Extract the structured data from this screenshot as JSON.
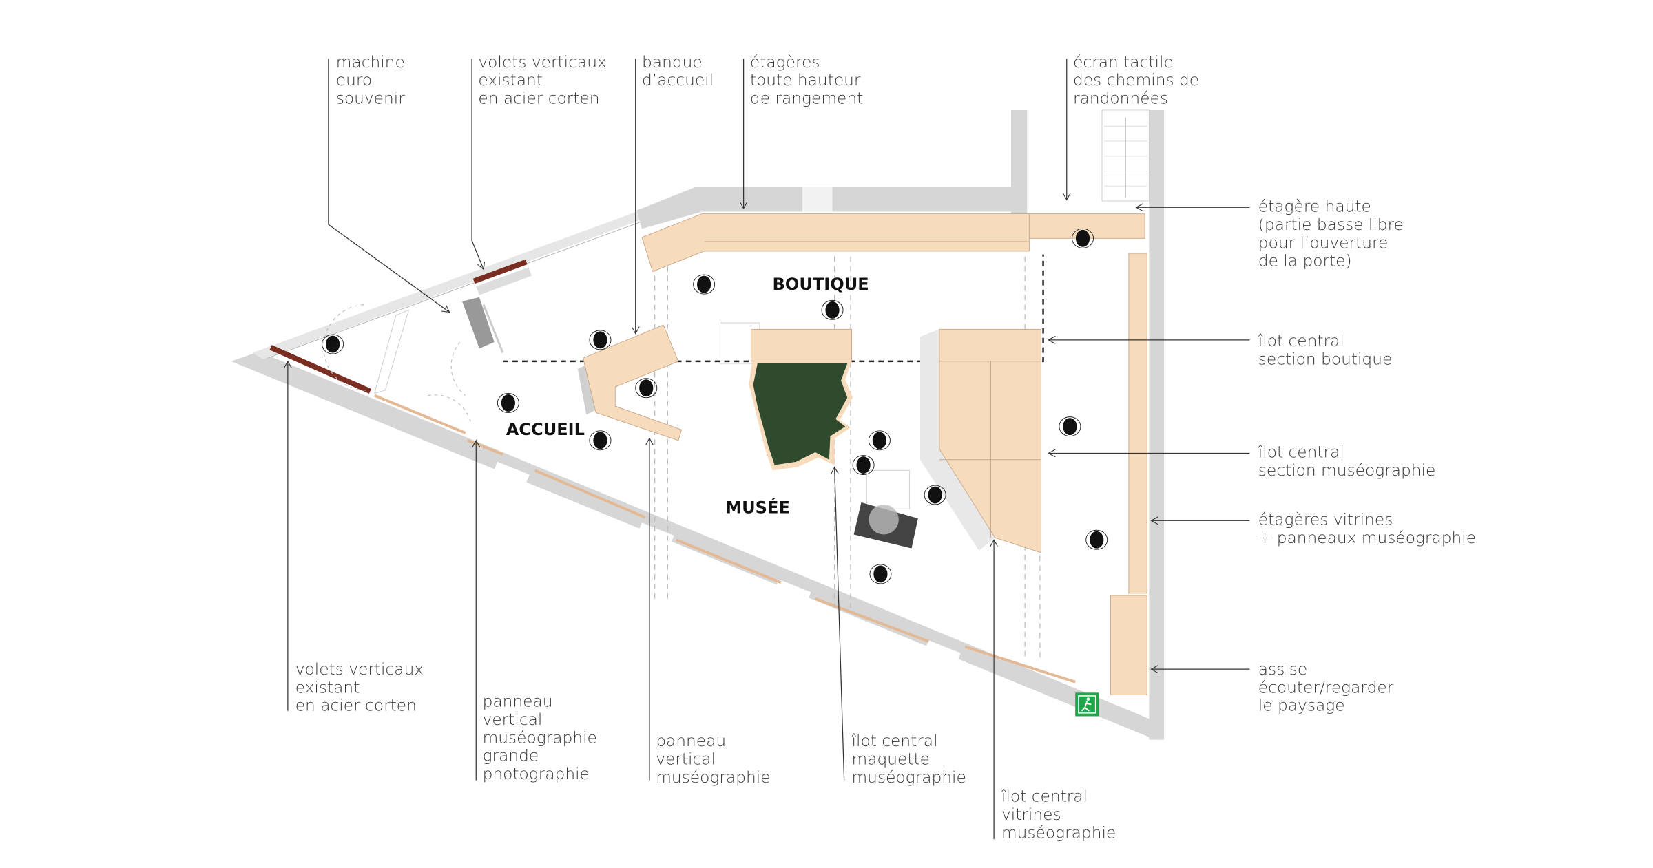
{
  "zones": {
    "boutique": "BOUTIQUE",
    "accueil": "ACCUEIL",
    "musee": "MUSÉE"
  },
  "labels": [
    {
      "id": "machine-euro-souvenir",
      "lines": [
        "machine",
        "euro",
        "souvenir"
      ]
    },
    {
      "id": "volets-verticaux-top",
      "lines": [
        "volets verticaux",
        "existant",
        "en acier corten"
      ]
    },
    {
      "id": "banque-accueil",
      "lines": [
        "banque",
        "d’accueil"
      ]
    },
    {
      "id": "etageres-rangement",
      "lines": [
        "étagères",
        "toute hauteur",
        "de rangement"
      ]
    },
    {
      "id": "ecran-tactile",
      "lines": [
        "écran tactile",
        "des chemins de",
        "randonnées"
      ]
    },
    {
      "id": "etagere-haute",
      "lines": [
        "étagère haute",
        "(partie basse libre",
        "pour l’ouverture",
        "de la porte)"
      ]
    },
    {
      "id": "ilot-boutique",
      "lines": [
        "îlot central",
        "section boutique"
      ]
    },
    {
      "id": "ilot-museographie",
      "lines": [
        "îlot central",
        "section muséographie"
      ]
    },
    {
      "id": "etageres-vitrines",
      "lines": [
        "étagères vitrines",
        "+ panneaux muséographie"
      ]
    },
    {
      "id": "assise",
      "lines": [
        "assise",
        "écouter/regarder",
        "le paysage"
      ]
    },
    {
      "id": "volets-verticaux-bottom",
      "lines": [
        "volets verticaux",
        "existant",
        "en acier corten"
      ]
    },
    {
      "id": "panneau-grande-photo",
      "lines": [
        "panneau",
        "vertical",
        "muséographie",
        "grande",
        "photographie"
      ]
    },
    {
      "id": "panneau-vertical",
      "lines": [
        "panneau",
        "vertical",
        "muséographie"
      ]
    },
    {
      "id": "ilot-maquette",
      "lines": [
        "îlot central",
        "maquette",
        "muséographie"
      ]
    },
    {
      "id": "ilot-vitrines",
      "lines": [
        "îlot central",
        "vitrines",
        "muséographie"
      ]
    }
  ],
  "colors": {
    "wood": "#f6dbbd",
    "wall": "#d6d6d6",
    "corten": "#7a2e22",
    "map": "#2f4a2c",
    "exit": "#1ea64a"
  }
}
